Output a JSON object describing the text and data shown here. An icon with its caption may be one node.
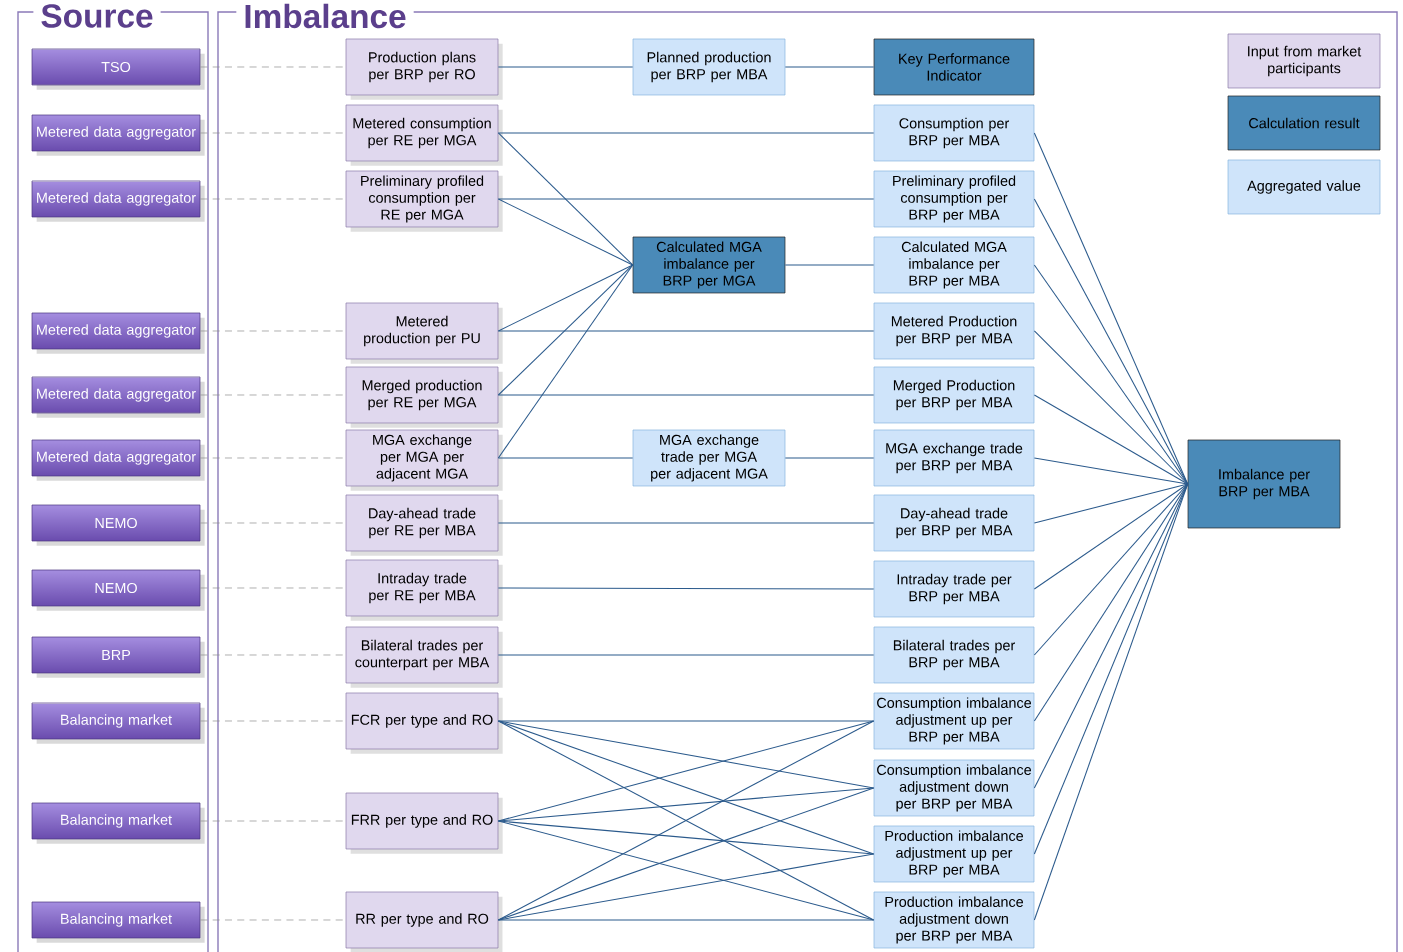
{
  "diagram": {
    "nodes": [
      {
        "text": [
          "Source"
        ]
      },
      {
        "text": [
          "Imbalance"
        ]
      },
      {
        "text": [
          "TSO"
        ],
        "in": 0
      },
      {
        "text": [
          "Metered data aggregator"
        ],
        "in": 0
      },
      {
        "text": [
          "Metered data aggregator"
        ],
        "in": 0
      },
      {
        "text": [
          "Metered data aggregator"
        ],
        "in": 0
      },
      {
        "text": [
          "Metered data aggregator"
        ],
        "in": 0
      },
      {
        "text": [
          "Metered data aggregator"
        ],
        "in": 0
      },
      {
        "text": [
          "NEMO"
        ],
        "in": 0
      },
      {
        "text": [
          "NEMO"
        ],
        "in": 0
      },
      {
        "text": [
          "BRP"
        ],
        "in": 0
      },
      {
        "text": [
          "Balancing market"
        ],
        "in": 0
      },
      {
        "text": [
          "Balancing market"
        ],
        "in": 0
      },
      {
        "text": [
          "Balancing market"
        ],
        "in": 0
      },
      {
        "text": [
          "Production plans per BRP per RO"
        ],
        "in": 1
      },
      {
        "text": [
          "Metered consumption per RE per MGA"
        ],
        "in": 1
      },
      {
        "text": [
          "Preliminary profiled consumption per RE per MGA"
        ],
        "in": 1
      },
      {
        "text": [
          "Metered production per PU"
        ],
        "in": 1
      },
      {
        "text": [
          "Merged production per RE per MGA"
        ],
        "in": 1
      },
      {
        "text": [
          "MGA exchange per MGA per adjacent MGA"
        ],
        "in": 1
      },
      {
        "text": [
          "Day-ahead trade per RE per MBA"
        ],
        "in": 1
      },
      {
        "text": [
          "Intraday trade per RE per MBA"
        ],
        "in": 1
      },
      {
        "text": [
          "Bilateral trades per counterpart per MBA"
        ],
        "in": 1
      },
      {
        "text": [
          "FCR per type and RO"
        ],
        "in": 1
      },
      {
        "text": [
          "FRR per type and RO"
        ],
        "in": 1
      },
      {
        "text": [
          "RR per type and RO"
        ],
        "in": 1
      },
      {
        "text": [
          "Planned production per BRP per MBA"
        ],
        "in": 1
      },
      {
        "text": [
          "Calculated MGA imbalance per BRP per MGA"
        ],
        "in": 1
      },
      {
        "text": [
          "MGA exchange trade per MGA per adjacent MGA"
        ],
        "in": 1
      },
      {
        "text": [
          "Key Performance Indicator"
        ],
        "in": 1
      },
      {
        "text": [
          "Consumption per BRP per MBA"
        ],
        "in": 1
      },
      {
        "text": [
          "Preliminary profiled consumption per BRP per MBA"
        ],
        "in": 1
      },
      {
        "text": [
          "Calculated MGA imbalance per BRP per MBA"
        ],
        "in": 1
      },
      {
        "text": [
          "Metered Production per BRP per MBA"
        ],
        "in": 1
      },
      {
        "text": [
          "Merged Production per BRP per MBA"
        ],
        "in": 1
      },
      {
        "text": [
          "MGA exchange trade per BRP per MBA"
        ],
        "in": 1
      },
      {
        "text": [
          "Day-ahead trade per BRP per MBA"
        ],
        "in": 1
      },
      {
        "text": [
          "Intraday trade per BRP per MBA"
        ],
        "in": 1
      },
      {
        "text": [
          "Bilateral trades per BRP per MBA"
        ],
        "in": 1
      },
      {
        "text": [
          "Consumption imbalance adjustment up per BRP per MBA"
        ],
        "in": 1
      },
      {
        "text": [
          "Consumption imbalance adjustment down per BRP per MBA"
        ],
        "in": 1
      },
      {
        "text": [
          "Production imbalance adjustment up per BRP per MBA"
        ],
        "in": 1
      },
      {
        "text": [
          "Production imbalance adjustment down per BRP per MBA"
        ],
        "in": 1
      },
      {
        "text": [
          "Imbalance per BRP per MBA"
        ],
        "in": 1
      }
    ],
    "edges": [
      {
        "from": 2,
        "to": 14,
        "arrow": "none",
        "style": "dashed",
        "color": "#8c8c8c"
      },
      {
        "from": 3,
        "to": 15,
        "arrow": "none",
        "style": "dashed",
        "color": "#8c8c8c"
      },
      {
        "from": 4,
        "to": 16,
        "arrow": "none",
        "style": "dashed",
        "color": "#8c8c8c"
      },
      {
        "from": 5,
        "to": 17,
        "arrow": "none",
        "style": "dashed",
        "color": "#8c8c8c"
      },
      {
        "from": 6,
        "to": 18,
        "arrow": "none",
        "style": "dashed",
        "color": "#8c8c8c"
      },
      {
        "from": 7,
        "to": 19,
        "arrow": "none",
        "style": "dashed",
        "color": "#8c8c8c"
      },
      {
        "from": 8,
        "to": 20,
        "arrow": "none",
        "style": "dashed",
        "color": "#8c8c8c"
      },
      {
        "from": 9,
        "to": 21,
        "arrow": "none",
        "style": "dashed",
        "color": "#8c8c8c"
      },
      {
        "from": 10,
        "to": 22,
        "arrow": "none",
        "style": "dashed",
        "color": "#8c8c8c"
      },
      {
        "from": 11,
        "to": 23,
        "arrow": "none",
        "style": "dashed",
        "color": "#8c8c8c"
      },
      {
        "from": 12,
        "to": 24,
        "arrow": "none",
        "style": "dashed",
        "color": "#8c8c8c"
      },
      {
        "from": 13,
        "to": 25,
        "arrow": "none",
        "style": "dashed",
        "color": "#8c8c8c"
      },
      {
        "from": 14,
        "to": 26,
        "arrow": "none"
      },
      {
        "from": 26,
        "to": 29,
        "arrow": "none"
      },
      {
        "from": 15,
        "to": 30,
        "arrow": "none"
      },
      {
        "from": 15,
        "to": 27,
        "arrow": "none"
      },
      {
        "from": 16,
        "to": 31,
        "arrow": "none"
      },
      {
        "from": 16,
        "to": 27,
        "arrow": "none"
      },
      {
        "from": 17,
        "to": 27,
        "arrow": "none"
      },
      {
        "from": 17,
        "to": 33,
        "arrow": "none"
      },
      {
        "from": 18,
        "to": 27,
        "arrow": "none"
      },
      {
        "from": 18,
        "to": 34,
        "arrow": "none"
      },
      {
        "from": 19,
        "to": 27,
        "arrow": "none"
      },
      {
        "from": 19,
        "to": 28,
        "arrow": "none"
      },
      {
        "from": 27,
        "to": 32,
        "arrow": "none"
      },
      {
        "from": 28,
        "to": 35,
        "arrow": "none"
      },
      {
        "from": 20,
        "to": 36,
        "arrow": "none"
      },
      {
        "from": 21,
        "to": 37,
        "arrow": "none"
      },
      {
        "from": 22,
        "to": 38,
        "arrow": "none"
      },
      {
        "from": 23,
        "to": 39,
        "arrow": "none"
      },
      {
        "from": 23,
        "to": 40,
        "arrow": "none"
      },
      {
        "from": 23,
        "to": 41,
        "arrow": "none"
      },
      {
        "from": 23,
        "to": 42,
        "arrow": "none"
      },
      {
        "from": 24,
        "to": 39,
        "arrow": "none"
      },
      {
        "from": 24,
        "to": 40,
        "arrow": "none"
      },
      {
        "from": 24,
        "to": 41,
        "arrow": "none"
      },
      {
        "from": 24,
        "to": 42,
        "arrow": "none"
      },
      {
        "from": 25,
        "to": 39,
        "arrow": "none"
      },
      {
        "from": 25,
        "to": 40,
        "arrow": "none"
      },
      {
        "from": 25,
        "to": 41,
        "arrow": "none"
      },
      {
        "from": 25,
        "to": 42,
        "arrow": "none"
      },
      {
        "from": 30,
        "to": 43,
        "arrow": "none"
      },
      {
        "from": 31,
        "to": 43,
        "arrow": "none"
      },
      {
        "from": 32,
        "to": 43,
        "arrow": "none"
      },
      {
        "from": 33,
        "to": 43,
        "arrow": "none"
      },
      {
        "from": 34,
        "to": 43,
        "arrow": "none"
      },
      {
        "from": 35,
        "to": 43,
        "arrow": "none"
      },
      {
        "from": 36,
        "to": 43,
        "arrow": "none"
      },
      {
        "from": 37,
        "to": 43,
        "arrow": "none"
      },
      {
        "from": 38,
        "to": 43,
        "arrow": "none"
      },
      {
        "from": 39,
        "to": 43,
        "arrow": "none"
      },
      {
        "from": 40,
        "to": 43,
        "arrow": "none"
      },
      {
        "from": 41,
        "to": 43,
        "arrow": "none"
      },
      {
        "from": 42,
        "to": 43,
        "arrow": "none"
      }
    ],
    "legend": [
      {
        "text": "Input from market participants",
        "color": "#e0d8ee"
      },
      {
        "text": "Calculation result",
        "color": "#4a8ab8"
      },
      {
        "text": "Aggregated value",
        "color": "#cfe4fa"
      }
    ]
  }
}
